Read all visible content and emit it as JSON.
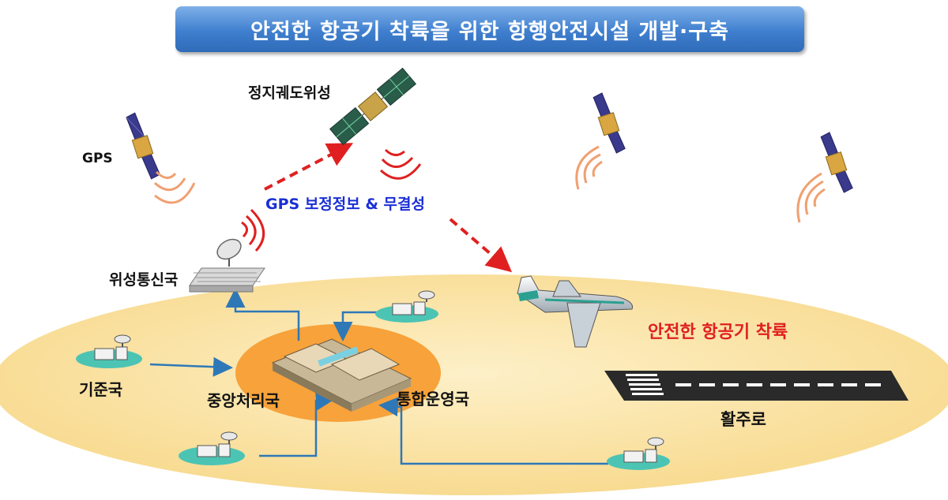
{
  "title": "안전한 항공기 착륙을 위한 항행안전시설 개발·구축",
  "labels": {
    "gps": "GPS",
    "geo_satellite": "정지궤도위성",
    "gps_correction": "GPS 보정정보 & 무결성",
    "satellite_station": "위성통신국",
    "reference_station": "기준국",
    "central_processing": "중앙처리국",
    "integrated_operations": "통합운영국",
    "safe_landing": "안전한 항공기 착륙",
    "runway": "활주로"
  },
  "colors": {
    "title_bg": "#3f7fcf",
    "ground": "#fbe3a8",
    "center": "#f7a23a",
    "link_arrow": "#2e78b8",
    "signal_arrow": "#e02020",
    "correction_text": "#1a2fd6",
    "landing_text": "#e02020"
  }
}
